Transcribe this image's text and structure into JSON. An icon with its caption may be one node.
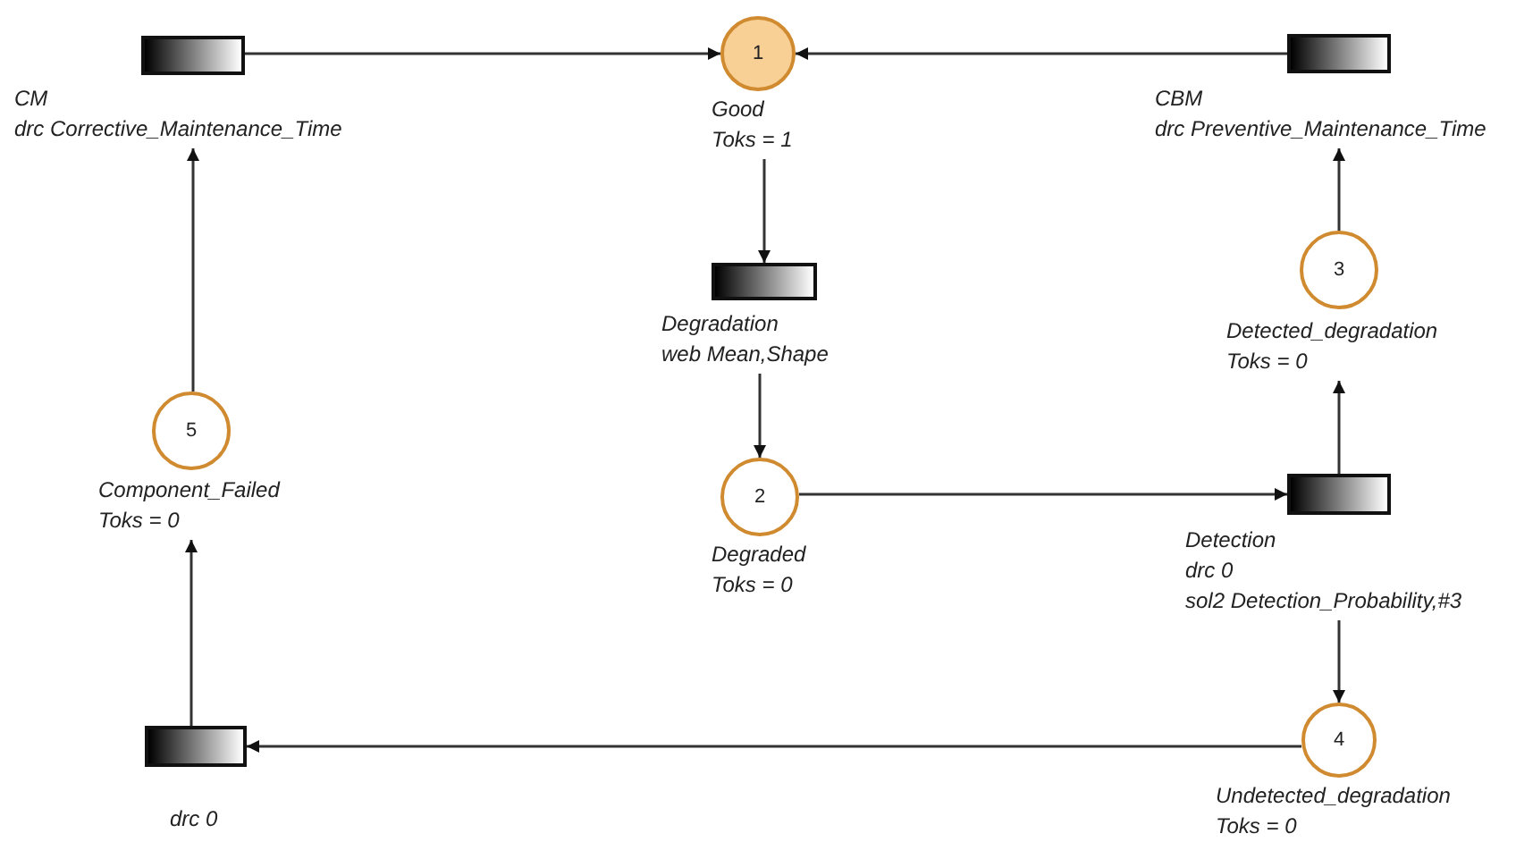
{
  "diagram": {
    "nodes": [
      {
        "text": [],
        "shape": "bar",
        "beside": [
          "CM",
          "drc Corrective_Maintenance_Time"
        ]
      },
      {
        "text": [
          "1"
        ],
        "beside": [
          "Good",
          "Toks = 1"
        ]
      },
      {
        "text": [],
        "shape": "bar",
        "beside": [
          "CBM",
          "drc Preventive_Maintenance_Time"
        ]
      },
      {
        "text": [],
        "shape": "bar",
        "beside": [
          "Degradation",
          "web Mean,Shape"
        ]
      },
      {
        "text": [
          "3"
        ],
        "beside": [
          "Detected_degradation",
          "Toks = 0"
        ]
      },
      {
        "text": [
          "5"
        ],
        "beside": [
          "Component_Failed",
          "Toks = 0"
        ]
      },
      {
        "text": [
          "2"
        ],
        "beside": [
          "Degraded",
          "Toks = 0"
        ]
      },
      {
        "text": [],
        "shape": "bar",
        "beside": [
          "Detection",
          "drc 0",
          "sol2 Detection_Probability,#3"
        ]
      },
      {
        "text": [
          "4"
        ],
        "beside": [
          "Undetected_degradation",
          "Toks = 0"
        ]
      },
      {
        "text": [],
        "shape": "bar",
        "beside": [
          "drc 0"
        ]
      }
    ],
    "edges": [
      {
        "from": 0,
        "to": 1,
        "arrow": "to"
      },
      {
        "from": 2,
        "to": 1,
        "arrow": "to"
      },
      {
        "from": 1,
        "to": 3,
        "arrow": "to"
      },
      {
        "from": 3,
        "to": 6,
        "arrow": "to"
      },
      {
        "from": 6,
        "to": 7,
        "arrow": "to"
      },
      {
        "from": 7,
        "to": 4,
        "arrow": "to"
      },
      {
        "from": 4,
        "to": 2,
        "arrow": "to"
      },
      {
        "from": 7,
        "to": 8,
        "arrow": "to"
      },
      {
        "from": 8,
        "to": 9,
        "arrow": "to"
      },
      {
        "from": 9,
        "to": 5,
        "arrow": "to"
      },
      {
        "from": 5,
        "to": 0,
        "arrow": "to"
      }
    ]
  }
}
